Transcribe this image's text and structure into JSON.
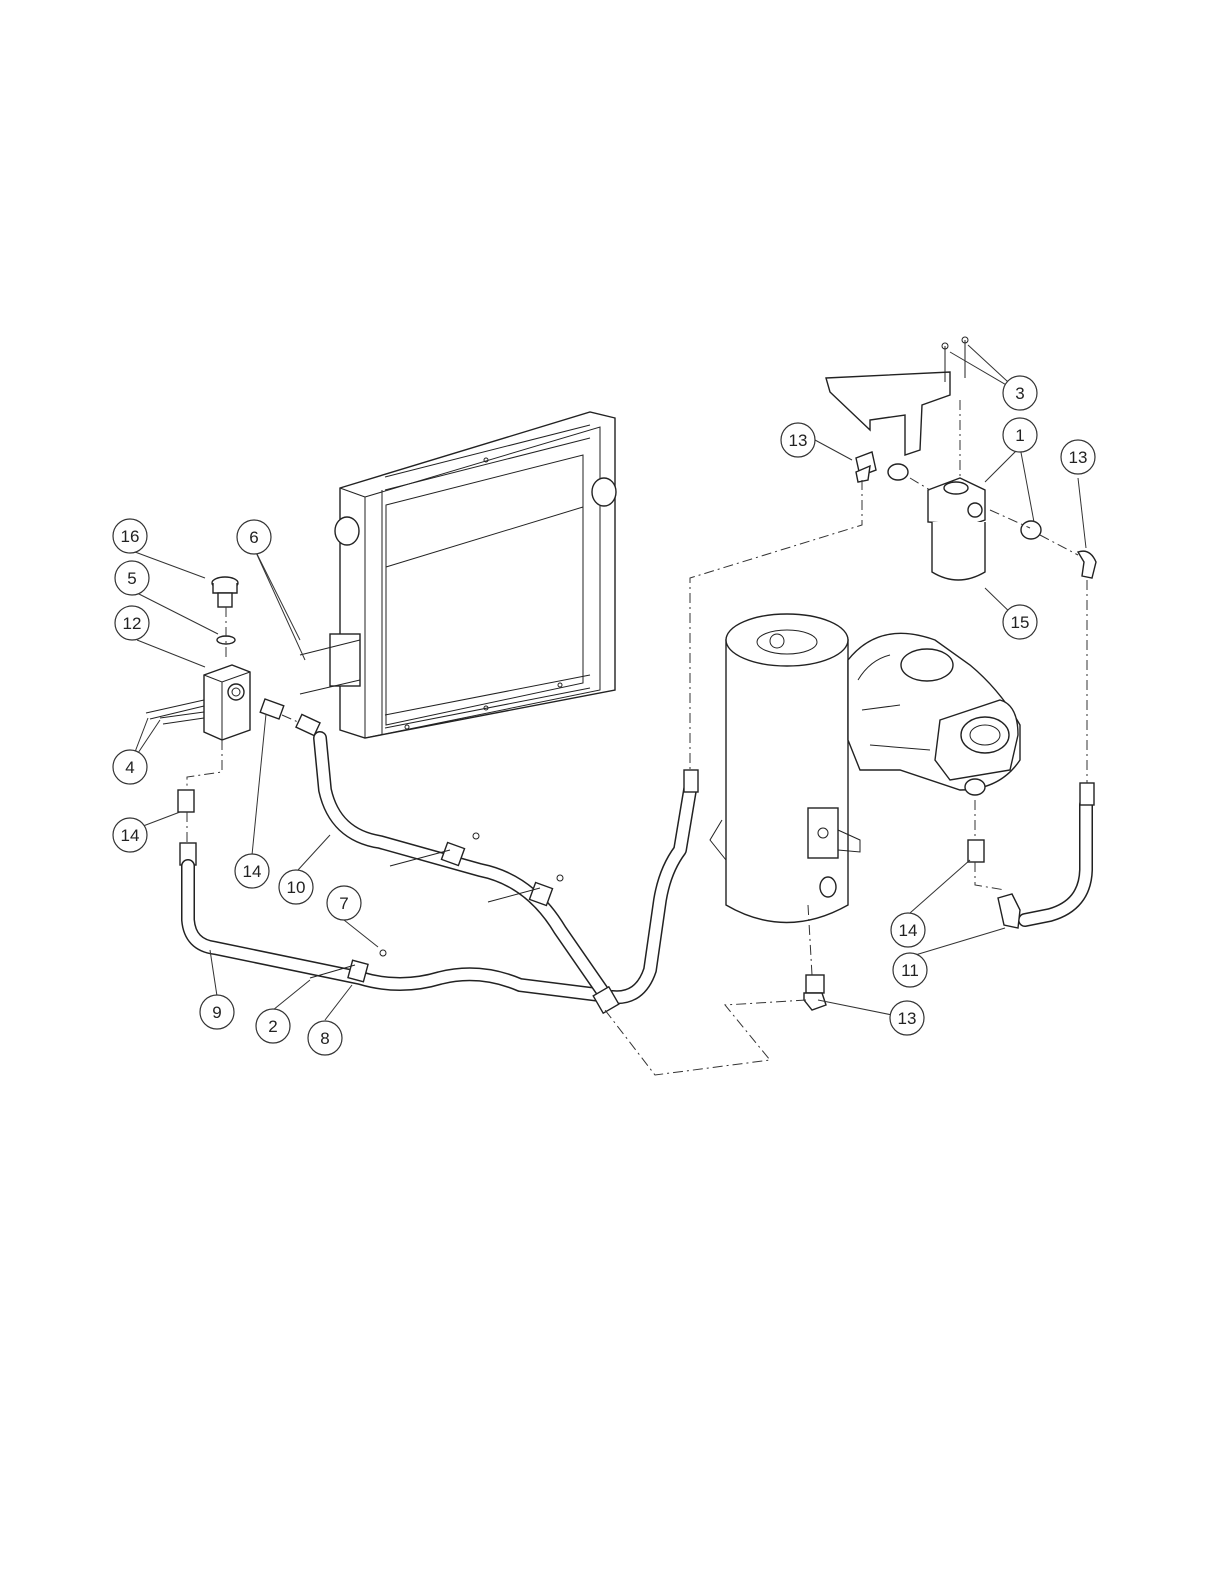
{
  "callouts": [
    {
      "id": "c1",
      "label": "1"
    },
    {
      "id": "c2",
      "label": "2"
    },
    {
      "id": "c3",
      "label": "3"
    },
    {
      "id": "c4",
      "label": "4"
    },
    {
      "id": "c5",
      "label": "5"
    },
    {
      "id": "c6",
      "label": "6"
    },
    {
      "id": "c7",
      "label": "7"
    },
    {
      "id": "c8",
      "label": "8"
    },
    {
      "id": "c9",
      "label": "9"
    },
    {
      "id": "c10",
      "label": "10"
    },
    {
      "id": "c11",
      "label": "11"
    },
    {
      "id": "c12",
      "label": "12"
    },
    {
      "id": "c13a",
      "label": "13"
    },
    {
      "id": "c13b",
      "label": "13"
    },
    {
      "id": "c13c",
      "label": "13"
    },
    {
      "id": "c14a",
      "label": "14"
    },
    {
      "id": "c14b",
      "label": "14"
    },
    {
      "id": "c14c",
      "label": "14"
    },
    {
      "id": "c15",
      "label": "15"
    },
    {
      "id": "c16",
      "label": "16"
    }
  ]
}
